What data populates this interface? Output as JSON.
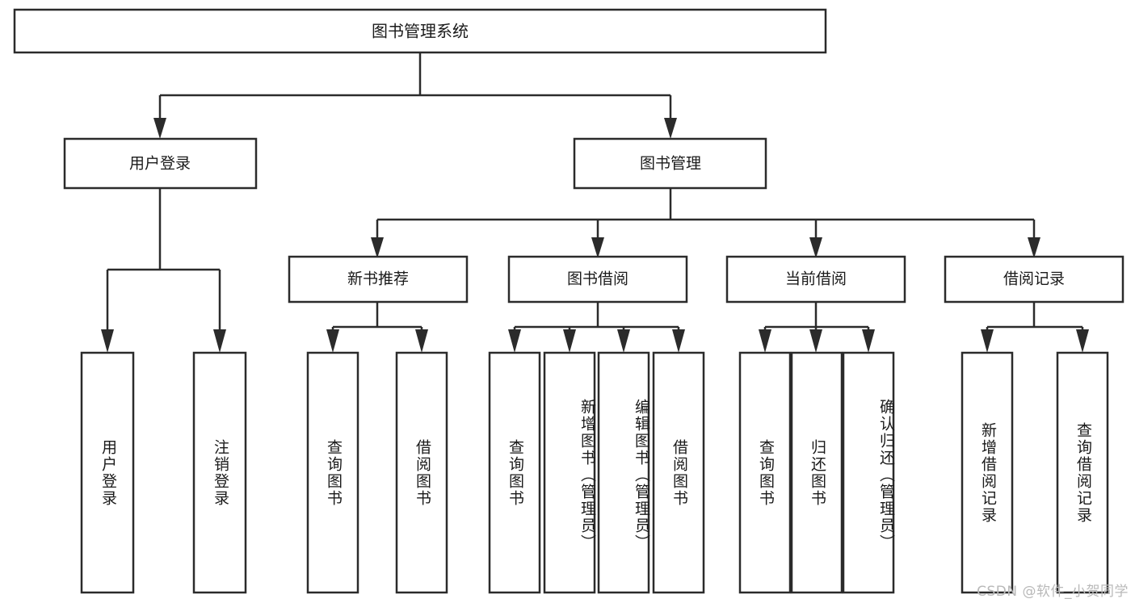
{
  "diagram": {
    "type": "tree-hierarchy",
    "title": "图书管理系统",
    "watermark": "CSDN @软件_小贺同学",
    "colors": {
      "stroke": "#2b2b2b",
      "fill": "#ffffff",
      "text": "#1a1a1a",
      "watermark": "#b9b9b9",
      "background": "#ffffff"
    },
    "levels": {
      "root": {
        "label": "图书管理系统"
      },
      "level1": [
        {
          "label": "用户登录"
        },
        {
          "label": "图书管理"
        }
      ],
      "level2": [
        {
          "label": "新书推荐"
        },
        {
          "label": "图书借阅"
        },
        {
          "label": "当前借阅"
        },
        {
          "label": "借阅记录"
        }
      ],
      "leaves": {
        "user_login": [
          {
            "label": "用户登录"
          },
          {
            "label": "注销登录"
          }
        ],
        "new_book_recommend": [
          {
            "label": "查询图书"
          },
          {
            "label": "借阅图书"
          }
        ],
        "book_borrow": [
          {
            "label": "查询图书"
          },
          {
            "label": "新增图书（管理员）"
          },
          {
            "label": "编辑图书（管理员）"
          },
          {
            "label": "借阅图书"
          }
        ],
        "current_borrow": [
          {
            "label": "查询图书"
          },
          {
            "label": "归还图书"
          },
          {
            "label": "确认归还（管理员）"
          }
        ],
        "borrow_record": [
          {
            "label": "新增借阅记录"
          },
          {
            "label": "查询借阅记录"
          }
        ]
      }
    }
  }
}
